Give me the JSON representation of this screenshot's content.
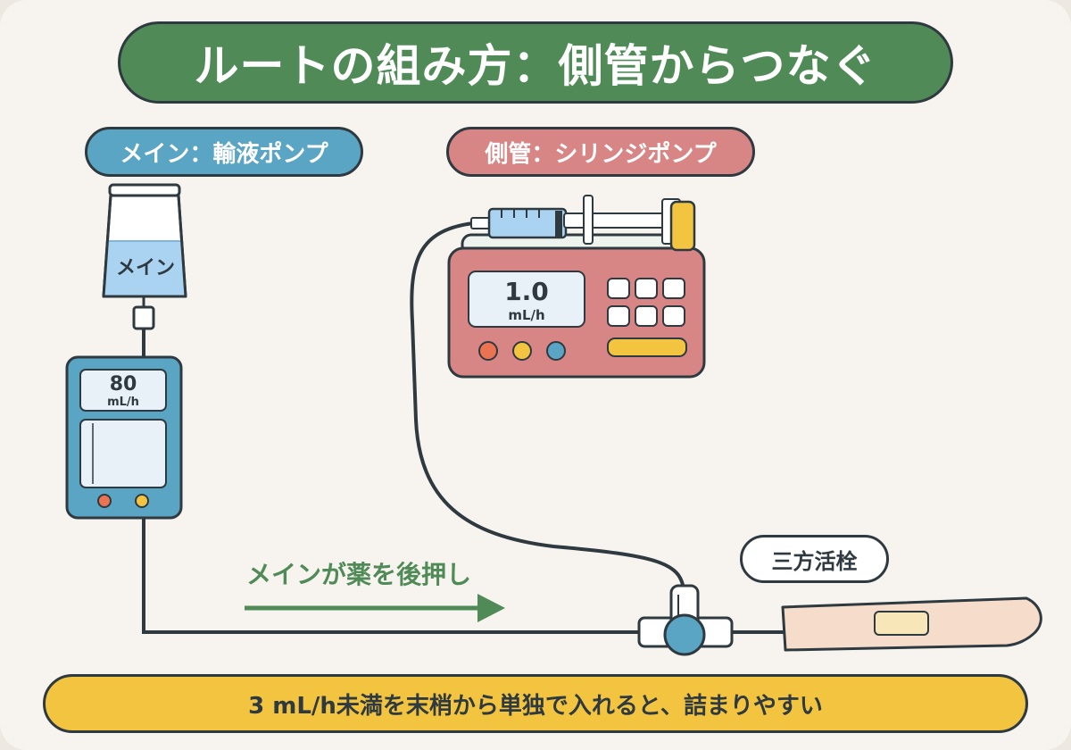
{
  "title": "ルートの組み方：側管からつなぐ",
  "main_route": {
    "label": "メイン：輸液ポンプ",
    "bag_label": "メイン",
    "pump_rate": "80",
    "pump_unit": "mL/h"
  },
  "side_route": {
    "label": "側管：シリンジポンプ",
    "pump_rate": "1.0",
    "pump_unit": "mL/h"
  },
  "stopcock_label": "三方活栓",
  "flow_note": "メインが薬を後押し",
  "warning": "3 mL/h未満を末梢から単独で入れると、詰まりやすい",
  "colors": {
    "title_green": "#4f8a57",
    "main_blue": "#5aa4c4",
    "side_red": "#d78585",
    "warning_yellow": "#f2c440",
    "outline": "#2f3a40"
  }
}
